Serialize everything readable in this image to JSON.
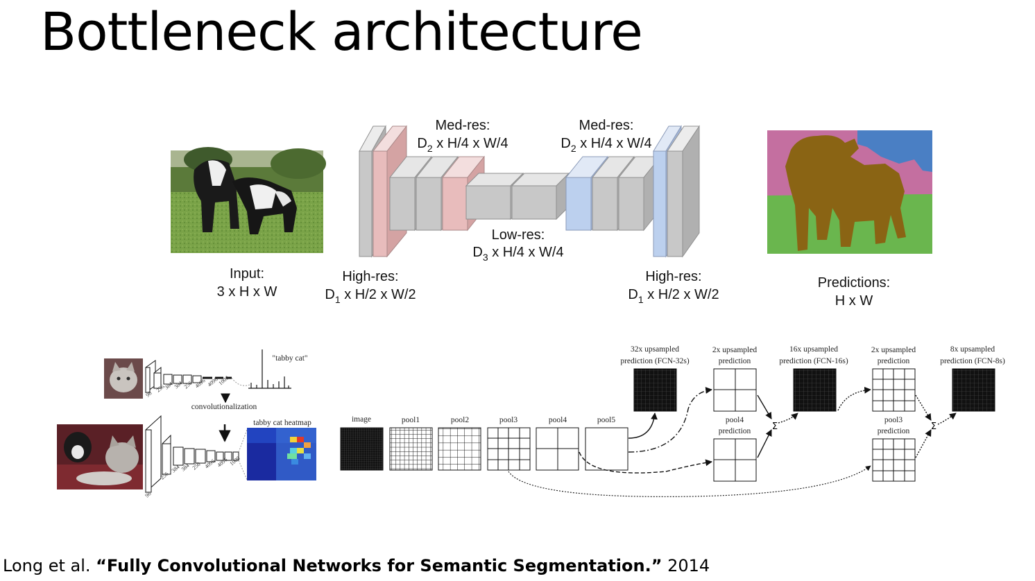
{
  "title": "Bottleneck architecture",
  "top_diagram": {
    "input_label": "Input:",
    "input_dims": "3 x H x W",
    "high_res_left_label": "High-res:",
    "high_res_left_dims_pre": "D",
    "high_res_left_dims_sub": "1",
    "high_res_left_dims_post": " x H/2 x W/2",
    "med_res_left_label": "Med-res:",
    "med_res_left_dims_pre": "D",
    "med_res_left_dims_sub": "2",
    "med_res_left_dims_post": " x H/4 x W/4",
    "low_res_label": "Low-res:",
    "low_res_dims_pre": "D",
    "low_res_dims_sub": "3",
    "low_res_dims_post": " x H/4 x W/4",
    "med_res_right_label": "Med-res:",
    "med_res_right_dims_pre": "D",
    "med_res_right_dims_sub": "2",
    "med_res_right_dims_post": " x H/4 x W/4",
    "high_res_right_label": "High-res:",
    "high_res_right_dims_pre": "D",
    "high_res_right_dims_sub": "1",
    "high_res_right_dims_post": " x H/2 x W/2",
    "predictions_label": "Predictions:",
    "predictions_dims": "H x W"
  },
  "fcn_left": {
    "tabby_label": "\"tabby cat\"",
    "convolutionalization_label": "convolutionalization",
    "heatmap_label": "tabby cat heatmap",
    "top_numbers": [
      "96",
      "256",
      "384",
      "384",
      "256",
      "4096",
      "4096",
      "1000"
    ],
    "bottom_numbers": [
      "96",
      "256",
      "384",
      "384",
      "256",
      "4096",
      "4096",
      "1000"
    ]
  },
  "fcn_right": {
    "stage_labels": [
      "image",
      "pool1",
      "pool2",
      "pool3",
      "pool4",
      "pool5"
    ],
    "pred32_label": [
      "32x upsampled",
      "prediction (FCN-32s)"
    ],
    "up2a_label": [
      "2x upsampled",
      "prediction"
    ],
    "pred16_label": [
      "16x upsampled",
      "prediction (FCN-16s)"
    ],
    "up2b_label": [
      "2x upsampled",
      "prediction"
    ],
    "pred8_label": [
      "8x upsampled",
      "prediction (FCN-8s)"
    ],
    "pool4_pred_label": [
      "pool4",
      "prediction"
    ],
    "pool3_pred_label": [
      "pool3",
      "prediction"
    ],
    "sum_symbol": "Σ"
  },
  "citation": {
    "authors": "Long et al. ",
    "paper_title": "“Fully Convolutional Networks for Semantic Segmentation.”",
    "year": " 2014"
  },
  "colors": {
    "gray_block": "#c8c8c8",
    "red_block": "#e8bcbc",
    "blue_block": "#bcd0ee",
    "seg_pink": "#c46fa0",
    "seg_blue": "#4a7fc4",
    "seg_green": "#6ab64e",
    "seg_brown": "#8a6414"
  }
}
